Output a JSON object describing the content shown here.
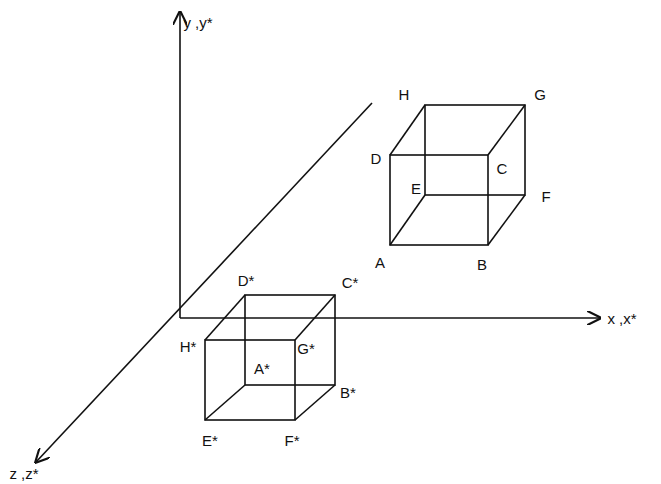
{
  "diagram": {
    "labels": [
      "y ,y*",
      "x ,x*",
      "z ,z*",
      "H",
      "G",
      "D",
      "C",
      "E",
      "F",
      "A",
      "B",
      "D*",
      "C*",
      "H*",
      "G*",
      "A*",
      "B*",
      "E*",
      "F*"
    ]
  }
}
